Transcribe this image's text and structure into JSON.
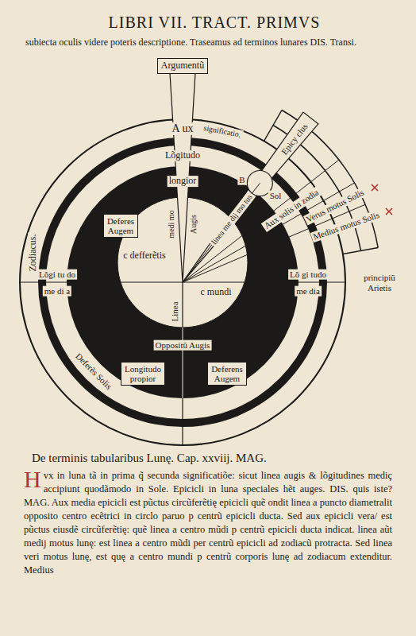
{
  "diagram": {
    "title": "LIBRI VII. TRACT. PRIMVS",
    "nodes": [
      {
        "text": [
          "Argumentũ"
        ]
      },
      {
        "text": [
          "Deferes Augem"
        ]
      },
      {
        "text": [
          "Longitudo propior"
        ]
      },
      {
        "text": [
          "Deferens Augem"
        ]
      }
    ],
    "labels": [
      "subiecta oculis videre poteris descriptione. Traseamus ad terminos lunares DIS. Transi.",
      "A ux",
      "significatio.",
      "Lõgitudo",
      "longior",
      "medi mo",
      "Augis",
      "Epicy clus",
      "Aux solis in zodia",
      "Verus motus Solis",
      "Medius motus Solis",
      "Sol",
      "B",
      "linea me dij mo tus",
      "Zodiacus.",
      "Lõgi tu do",
      "me di a",
      "Lõ gi tudo",
      "me dia",
      "principiũ Arietis",
      "c defferẽtis",
      "c mundi",
      "Linea",
      "Deferẽs Solis",
      "Oppositũ Augis",
      "De terminis tabularibus Lunę. Cap. xxviij. MAG.",
      "Hvx in luna tã in prima q̃ secunda significatiõe: sicut linea augis & lõgitudines mediç accipiunt quodãmodo in Sole. Epicicli in luna speciales hẽt auges. DIS. quis iste? MAG. Aux media epicicli est pũctus circũferẽtię epicicli quẽ ondit linea a puncto diametralit opposito centro ecẽtrici in circlo paruo p centrũ epicicli ducta. Sed aux epicicli vera/ est pũctus eiusdẽ circũferẽtię: quẽ linea a centro mũdi p centrũ epicicli ducta indicat. linea aũt medij motus lunę: est linea a centro mũdi per centrũ epicicli ad zodiacũ protracta. Sed linea veri motus lunę, est quę a centro mundi p centrũ corporis lunę ad zodiacum extenditur. Medius"
    ]
  }
}
